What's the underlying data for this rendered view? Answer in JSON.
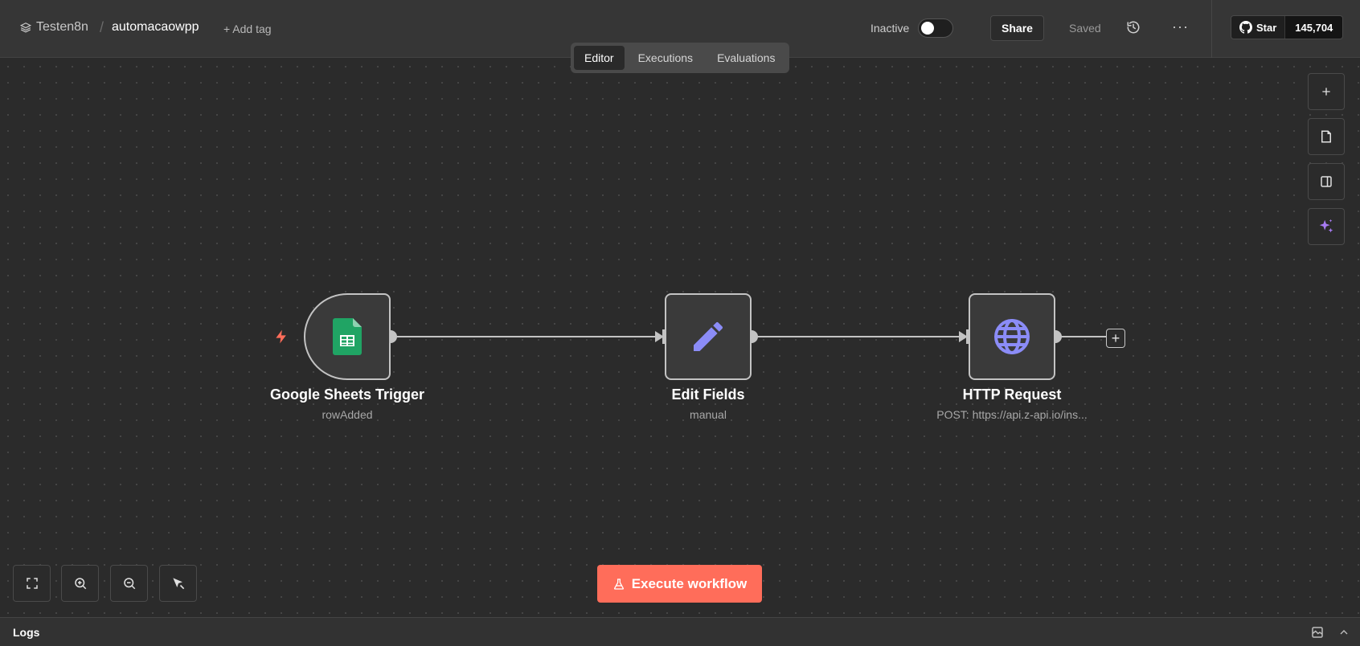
{
  "header": {
    "project": "Testen8n",
    "project_icon": "layers-icon",
    "workflow_name": "automacaowpp",
    "add_tag": "+ Add tag",
    "status_label": "Inactive",
    "active": false,
    "share": "Share",
    "saved": "Saved",
    "github_star": "Star",
    "github_count": "145,704"
  },
  "tabs": [
    {
      "label": "Editor",
      "active": true
    },
    {
      "label": "Executions",
      "active": false
    },
    {
      "label": "Evaluations",
      "active": false
    }
  ],
  "nodes": [
    {
      "title": "Google Sheets Trigger",
      "subtitle": "rowAdded",
      "icon": "google-sheets-icon"
    },
    {
      "title": "Edit Fields",
      "subtitle": "manual",
      "icon": "pencil-icon"
    },
    {
      "title": "HTTP Request",
      "subtitle": "POST: https://api.z-api.io/ins...",
      "icon": "globe-icon"
    }
  ],
  "right_toolbar": [
    "plus-icon",
    "sticky-note-icon",
    "panel-icon",
    "ai-sparkle-icon"
  ],
  "bottom_controls": [
    "fit-view-icon",
    "zoom-in-icon",
    "zoom-out-icon",
    "tidy-up-icon"
  ],
  "execute_button": "Execute workflow",
  "logs": {
    "label": "Logs"
  },
  "colors": {
    "accent": "#ff6d5a",
    "node_icon": "#8b8cf7",
    "sheets_green": "#20a464",
    "bolt": "#ff6d5a"
  }
}
